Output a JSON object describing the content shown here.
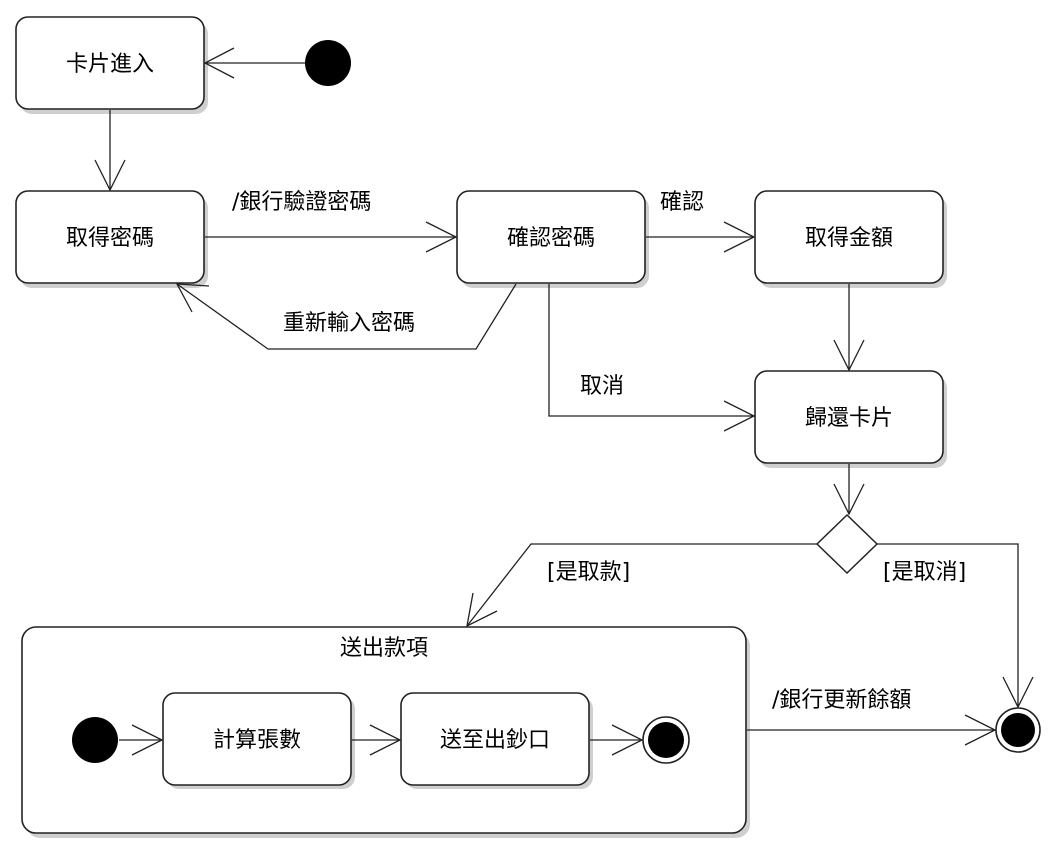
{
  "states": {
    "card_in": "卡片進入",
    "get_pin": "取得密碼",
    "verify_pin": "確認密碼",
    "get_amount": "取得金額",
    "return_card": "歸還卡片",
    "dispense": "送出款項",
    "count_notes": "計算張數",
    "send_to_slot": "送至出鈔口"
  },
  "transitions": {
    "bank_verify": "/銀行驗證密碼",
    "confirm": "確認",
    "reenter": "重新輸入密碼",
    "cancel": "取消",
    "is_withdraw": "[是取款]",
    "is_cancel": "[是取消]",
    "bank_update": "/銀行更新餘額"
  }
}
